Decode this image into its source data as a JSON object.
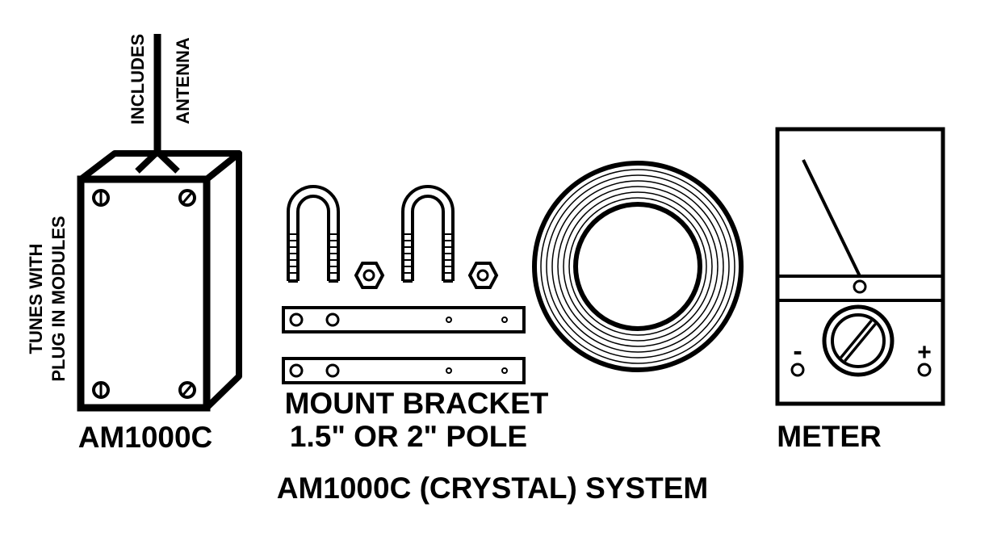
{
  "device": {
    "name": "AM1000C",
    "antenna_note_line1": "INCLUDES",
    "antenna_note_line2": "ANTENNA",
    "side_note_line1": "TUNES WITH",
    "side_note_line2": "PLUG IN MODULES"
  },
  "bracket": {
    "label_line1": "MOUNT BRACKET",
    "label_line2": "1.5\" OR 2\" POLE"
  },
  "meter": {
    "label": "METER",
    "minus": "-",
    "plus": "+"
  },
  "caption": "AM1000C (CRYSTAL) SYSTEM",
  "colors": {
    "ink": "#000000",
    "background": "#ffffff"
  }
}
